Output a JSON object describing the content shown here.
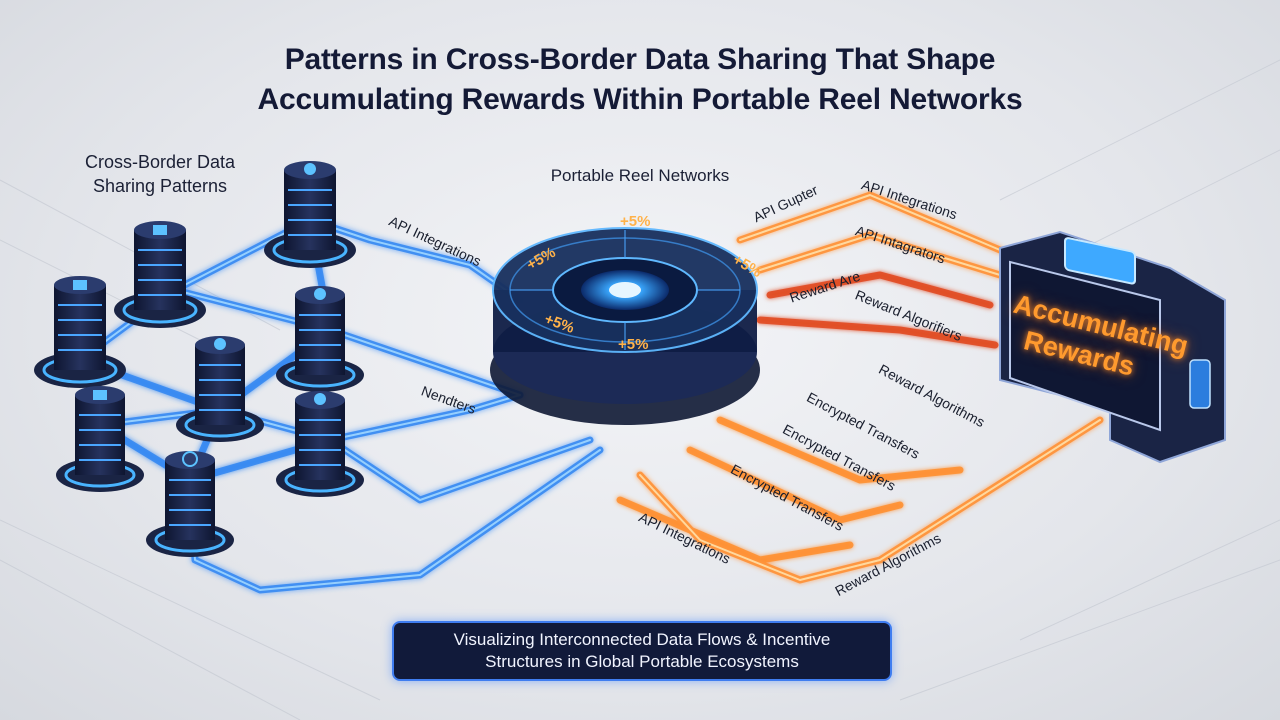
{
  "title": {
    "line1": "Patterns in Cross-Border Data Sharing That Shape",
    "line2": "Accumulating Rewards Within Portable Reel Networks"
  },
  "sections": {
    "left_line1": "Cross-Border Data",
    "left_line2": "Sharing Patterns",
    "center": "Portable Reel Networks",
    "right_line1": "Accumulating",
    "right_line2": "Rewards"
  },
  "flow_labels": {
    "api_integrations_left": "API Integrations",
    "nendters": "Nendters",
    "api_gupter": "API Gupter",
    "api_integrations_top": "API Integrations",
    "api_intagrators": "API Intagrators",
    "reward_are": "Reward Are",
    "reward_algorifiers": "Reward Algorifiers",
    "reward_algorithms_mid": "Reward Algorithms",
    "encrypted_transfers_1": "Encrypted Transfers",
    "encrypted_transfers_2": "Encrypted Transfers",
    "encrypted_transfers_3": "Encrypted Transfers",
    "api_integrations_bottom": "API Integrations",
    "reward_algorithms_bottom": "Reward Algorithms"
  },
  "hub_segments": [
    "+5%",
    "+5%",
    "+5%",
    "+5%",
    "+5%"
  ],
  "caption": {
    "line1": "Visualizing Interconnected Data Flows & Incentive",
    "line2": "Structures in Global Portable Ecosystems"
  },
  "colors": {
    "blue_flow": "#3f9bff",
    "orange_flow": "#ff9a3a",
    "red_flow": "#e8542a",
    "server_dark": "#1a2444",
    "glow": "#49b4ff"
  }
}
